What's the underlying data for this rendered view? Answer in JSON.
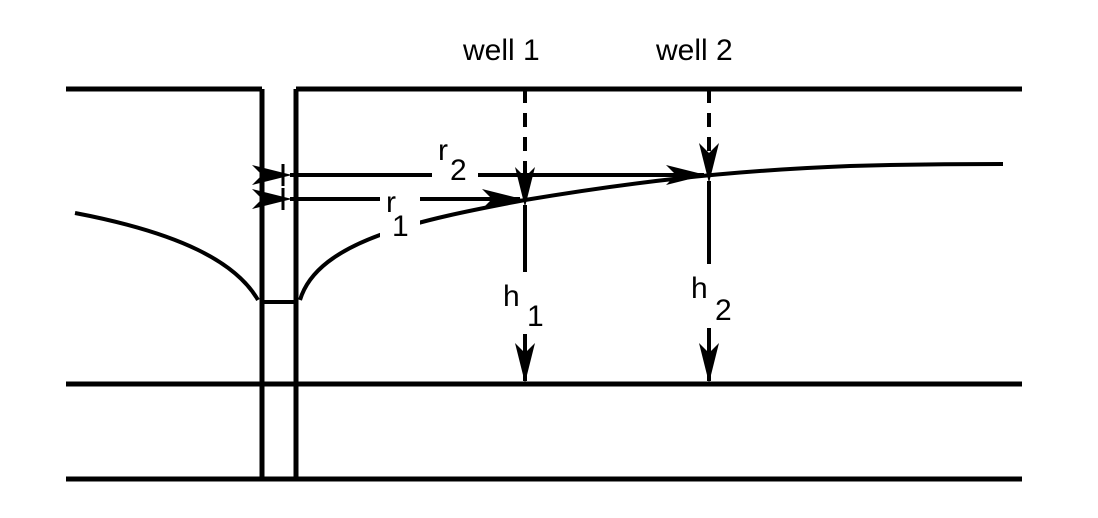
{
  "labels": {
    "well1": "well 1",
    "well2": "well 2",
    "r1_base": "r",
    "r1_sub": "1",
    "r2_base": "r",
    "r2_sub": "2",
    "h1_base": "h",
    "h1_sub": "1",
    "h2_base": "h",
    "h2_sub": "2"
  }
}
